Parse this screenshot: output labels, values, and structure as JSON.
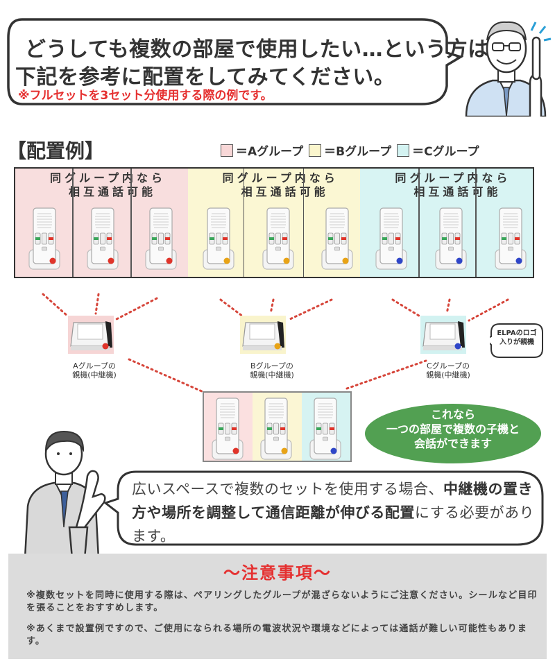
{
  "top_bubble": {
    "line1": "どうしても複数の部屋で使用したい…という方は",
    "line2": "下記を参考に配置をしてみてください。",
    "note": "※フルセットを3セット分使用する際の例です。"
  },
  "heading": "【配置例】",
  "legend": [
    {
      "label": "＝Aグループ",
      "color": "#f8d7d7"
    },
    {
      "label": "＝Bグループ",
      "color": "#fbf6cd"
    },
    {
      "label": "＝Cグループ",
      "color": "#d4f3f2"
    }
  ],
  "groups": [
    {
      "bg": "#f8dede",
      "label_line1": "同グループ内なら",
      "label_line2": "相互通話可能",
      "dot": "#e0342a"
    },
    {
      "bg": "#fbf7d3",
      "label_line1": "同グループ内なら",
      "label_line2": "相互通話可能",
      "dot": "#e8a316"
    },
    {
      "bg": "#d8f4f3",
      "label_line1": "同グループ内なら",
      "label_line2": "相互通話可能",
      "dot": "#2f46c8"
    }
  ],
  "parents": [
    {
      "caption_line1": "Aグループの",
      "caption_line2": "親機(中継機)"
    },
    {
      "caption_line1": "Bグループの",
      "caption_line2": "親機(中継機)"
    },
    {
      "caption_line1": "Cグループの",
      "caption_line2": "親機(中継機)"
    }
  ],
  "elpa_note": "ELPAのロゴ入りが親機",
  "green_badge": {
    "line1": "これなら",
    "line2": "一つの部屋で複数の子機と",
    "line3": "会話ができます",
    "color": "#52a052"
  },
  "bottom_bubble": {
    "seg1": "広いスペースで複数のセットを使用する場合、",
    "seg2": "中継機の置き方や場所を調整して通信距離が伸びる配置",
    "seg3": "にする必要があります。"
  },
  "notes": {
    "title": "～注意事項～",
    "items": [
      "※複数セットを同時に使用する際は、ペアリングしたグループが混ざらないようにご注意ください。シールなど目印を張ることをおすすめします。",
      "※あくまで設置例ですので、ご使用になられる場所の電波状況や環境などによっては通話が難しい可能性もあります。"
    ]
  },
  "colors": {
    "accent_red": "#e53030",
    "dotted_line": "#d6453a"
  }
}
